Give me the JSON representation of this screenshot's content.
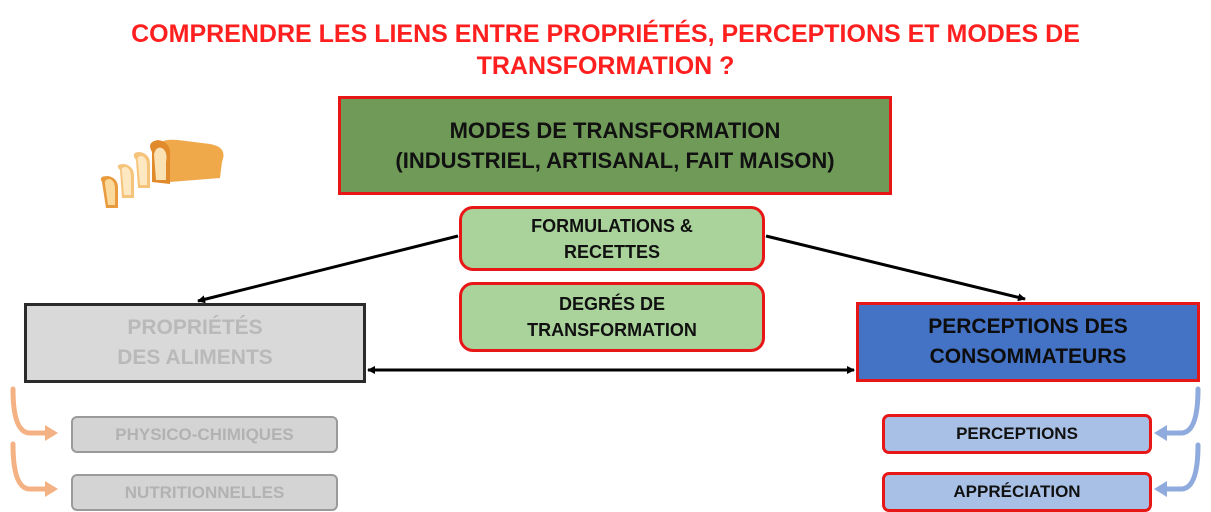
{
  "title": {
    "line1": "COMPRENDRE LES LIENS ENTRE PROPRIÉTÉS, PERCEPTIONS ET MODES DE",
    "line2": "TRANSFORMATION ?"
  },
  "nodes": {
    "modes": {
      "line1": "MODES DE TRANSFORMATION",
      "line2": "(INDUSTRIEL, ARTISANAL, FAIT MAISON)"
    },
    "formulations": {
      "line1": "FORMULATIONS &",
      "line2": "RECETTES"
    },
    "degres": {
      "line1": "DEGRÉS DE",
      "line2": "TRANSFORMATION"
    },
    "proprietes": {
      "line1": "PROPRIÉTÉS",
      "line2": "DES ALIMENTS"
    },
    "perceptions_consommateurs": {
      "line1": "PERCEPTIONS DES",
      "line2": "CONSOMMATEURS"
    },
    "physico": "PHYSICO-CHIMIQUES",
    "nutritionnelles": "NUTRITIONNELLES",
    "perceptions": "PERCEPTIONS",
    "appreciation": "APPRÉCIATION"
  },
  "icons": {
    "illustration": "bread-loaf-icon"
  },
  "colors": {
    "title": "#ff1f1f",
    "modes_fill": "#6f9a58",
    "light_green": "#a9d39a",
    "gray_fill": "#d9d9d9",
    "blue_fill": "#4472c4",
    "light_blue": "#a8c0e6",
    "red_border": "#e81717",
    "orange_arrow": "#f4b183",
    "blue_arrow": "#8faadc"
  }
}
